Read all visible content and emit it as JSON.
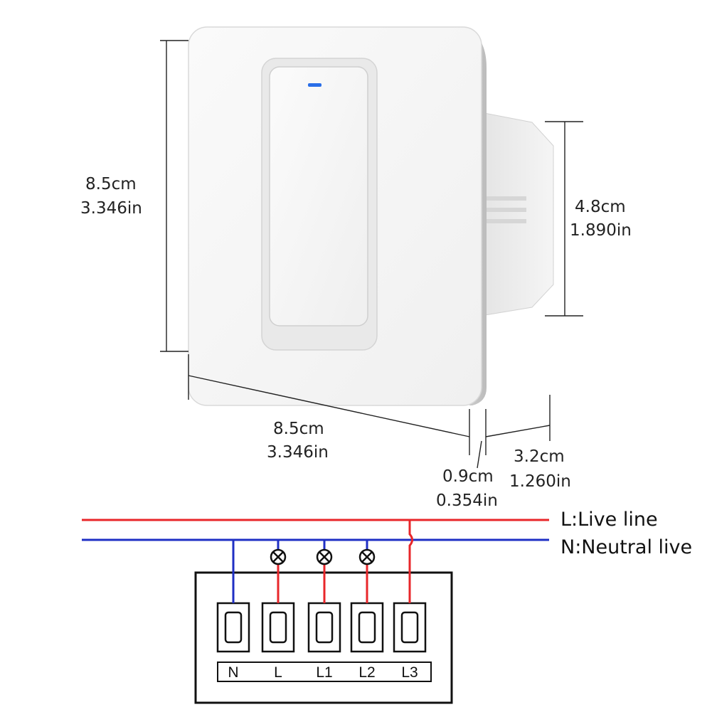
{
  "colors": {
    "live": "#e8262a",
    "neutral": "#1f2fc4",
    "indicator": "#2a6ee8",
    "outline": "#111111",
    "dimension": "#222222"
  },
  "dimensions": {
    "height_cm": "8.5cm",
    "height_in": "3.346in",
    "width_cm": "8.5cm",
    "width_in": "3.346in",
    "box_height_cm": "4.8cm",
    "box_height_in": "1.890in",
    "plate_depth_cm": "0.9cm",
    "plate_depth_in": "0.354in",
    "total_depth_cm": "3.2cm",
    "total_depth_in": "1.260in"
  },
  "wiring": {
    "live_label": "L:Live line",
    "neutral_label": "N:Neutral live",
    "terminals": [
      "N",
      "L",
      "L1",
      "L2",
      "L3"
    ],
    "lamp_icons": [
      "lamp-icon",
      "lamp-icon",
      "lamp-icon"
    ]
  }
}
